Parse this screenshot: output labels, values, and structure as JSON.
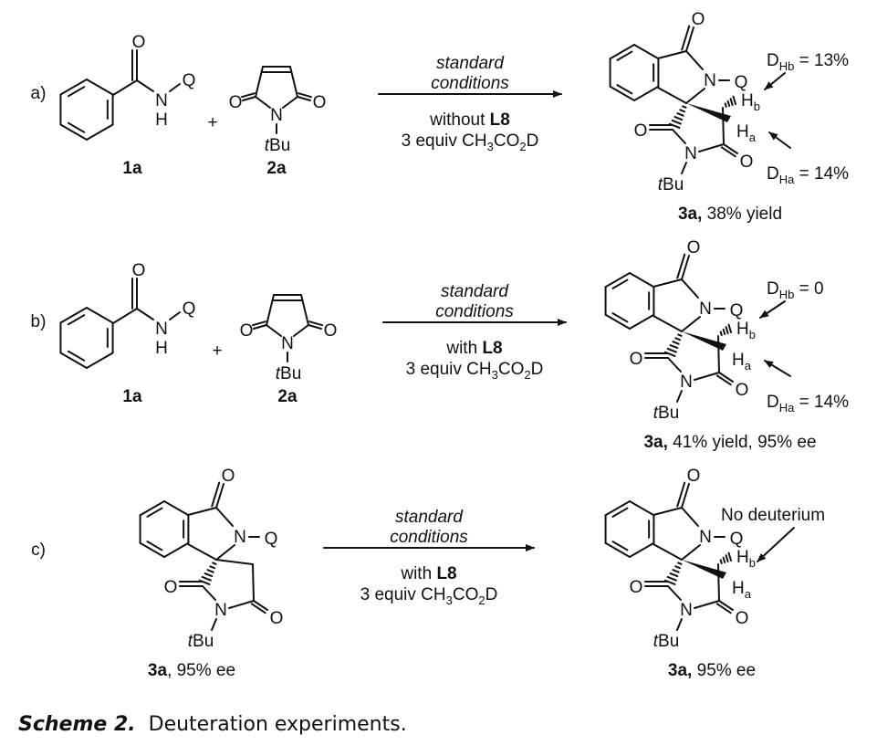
{
  "atoms": {
    "O": "O",
    "N": "N",
    "H": "H",
    "Q": "Q",
    "t": "t",
    "Bu": "Bu",
    "dash": "–",
    "plus": "+"
  },
  "rows": [
    {
      "label": "a)",
      "reactant1": "1a",
      "reactant2": "2a",
      "cond_line1": "standard",
      "cond_line2": "conditions",
      "cond_line3_pre": "without ",
      "cond_line3_bold": "L8",
      "reagent": {
        "pre": "3 equiv CH",
        "s1": "3",
        "mid": "CO",
        "s2": "2",
        "end": "D"
      },
      "product_bold": "3a,",
      "product_rest": " 38% yield",
      "h_b": {
        "main": "H",
        "sub": "b"
      },
      "h_a": {
        "main": "H",
        "sub": "a"
      },
      "d_hb": {
        "main": "D",
        "sub": "Hb",
        "value": " = 13%"
      },
      "d_ha": {
        "main": "D",
        "sub": "Ha",
        "value": " = 14%"
      }
    },
    {
      "label": "b)",
      "reactant1": "1a",
      "reactant2": "2a",
      "cond_line1": "standard",
      "cond_line2": "conditions",
      "cond_line3_pre": "with ",
      "cond_line3_bold": "L8",
      "reagent": {
        "pre": "3 equiv CH",
        "s1": "3",
        "mid": "CO",
        "s2": "2",
        "end": "D"
      },
      "product_bold": "3a,",
      "product_rest": " 41% yield, 95% ee",
      "h_b": {
        "main": "H",
        "sub": "b"
      },
      "h_a": {
        "main": "H",
        "sub": "a"
      },
      "d_hb": {
        "main": "D",
        "sub": "Hb",
        "value": " = 0"
      },
      "d_ha": {
        "main": "D",
        "sub": "Ha",
        "value": " = 14%"
      }
    },
    {
      "label": "c)",
      "start_bold": "3a",
      "start_rest": ", 95% ee",
      "cond_line1": "standard",
      "cond_line2": "conditions",
      "cond_line3_pre": "with ",
      "cond_line3_bold": "L8",
      "reagent": {
        "pre": "3 equiv CH",
        "s1": "3",
        "mid": "CO",
        "s2": "2",
        "end": "D"
      },
      "product_bold": "3a,",
      "product_rest": " 95% ee",
      "h_b": {
        "main": "H",
        "sub": "b"
      },
      "h_a": {
        "main": "H",
        "sub": "a"
      },
      "note": "No deuterium"
    }
  ],
  "caption": {
    "label": "Scheme 2.",
    "text": "Deuteration experiments."
  }
}
